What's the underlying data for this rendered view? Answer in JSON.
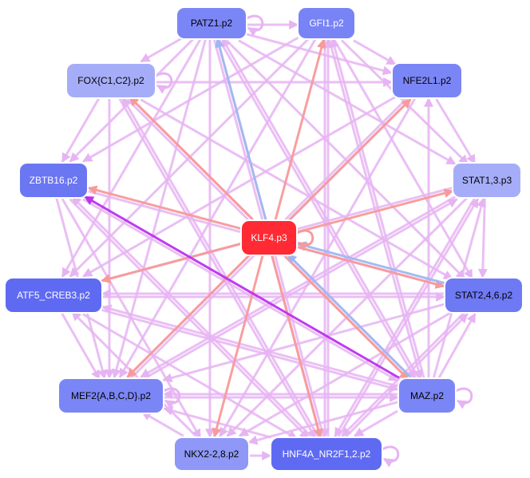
{
  "colors": {
    "background": "#ffffff",
    "center_node": "#ff2a33",
    "edge_red": "#f79a9a",
    "edge_blue": "#9fb7f0",
    "edge_pink": "#e6b4f2",
    "edge_purple": "#bb33ee"
  },
  "nodes": [
    {
      "id": "patz1",
      "label": "PATZ1.p2",
      "fill": "#7b86f6",
      "text_color": "#000000"
    },
    {
      "id": "gfi1",
      "label": "GFI1.p2",
      "fill": "#7883f6",
      "text_color": "#ffffff"
    },
    {
      "id": "fox",
      "label": "FOX{C1,C2}.p2",
      "fill": "#a6adf8",
      "text_color": "#000000"
    },
    {
      "id": "nfe2l1",
      "label": "NFE2L1.p2",
      "fill": "#7b86f6",
      "text_color": "#000000"
    },
    {
      "id": "zbtb16",
      "label": "ZBTB16.p2",
      "fill": "#6b76f2",
      "text_color": "#ffffff"
    },
    {
      "id": "stat13",
      "label": "STAT1,3.p3",
      "fill": "#a6adf8",
      "text_color": "#000000"
    },
    {
      "id": "klf4",
      "label": "KLF4.p3",
      "fill": "#ff2a33",
      "text_color": "#ffffff"
    },
    {
      "id": "atf5",
      "label": "ATF5_CREB3.p2",
      "fill": "#5f6af2",
      "text_color": "#ffffff"
    },
    {
      "id": "stat246",
      "label": "STAT2,4,6.p2",
      "fill": "#6e79f4",
      "text_color": "#000000"
    },
    {
      "id": "mef2",
      "label": "MEF2{A,B,C,D}.p2",
      "fill": "#7b86f6",
      "text_color": "#000000"
    },
    {
      "id": "maz",
      "label": "MAZ.p2",
      "fill": "#7b86f6",
      "text_color": "#000000"
    },
    {
      "id": "nkx22",
      "label": "NKX2-2,8.p2",
      "fill": "#8f98f6",
      "text_color": "#000000"
    },
    {
      "id": "hnf4a",
      "label": "HNF4A_NR2F1,2.p2",
      "fill": "#5f6af2",
      "text_color": "#ffffff"
    }
  ],
  "edges": [
    {
      "from": "klf4",
      "to": "patz1",
      "color": "edge_blue"
    },
    {
      "from": "klf4",
      "to": "gfi1",
      "color": "edge_red"
    },
    {
      "from": "klf4",
      "to": "fox",
      "color": "edge_red"
    },
    {
      "from": "klf4",
      "to": "nfe2l1",
      "color": "edge_red"
    },
    {
      "from": "klf4",
      "to": "zbtb16",
      "color": "edge_red"
    },
    {
      "from": "klf4",
      "to": "stat13",
      "color": "edge_red"
    },
    {
      "from": "klf4",
      "to": "atf5",
      "color": "edge_red"
    },
    {
      "from": "stat246",
      "to": "klf4",
      "color": "edge_blue"
    },
    {
      "from": "klf4",
      "to": "stat246",
      "color": "edge_red"
    },
    {
      "from": "klf4",
      "to": "mef2",
      "color": "edge_red"
    },
    {
      "from": "klf4",
      "to": "maz",
      "color": "edge_red"
    },
    {
      "from": "klf4",
      "to": "nkx22",
      "color": "edge_red"
    },
    {
      "from": "klf4",
      "to": "hnf4a",
      "color": "edge_red"
    },
    {
      "from": "maz",
      "to": "klf4",
      "color": "edge_blue"
    },
    {
      "from": "maz",
      "to": "zbtb16",
      "color": "edge_purple"
    },
    {
      "from": "atf5",
      "to": "stat246",
      "color": "edge_pink"
    },
    {
      "from": "patz1",
      "to": "nfe2l1",
      "color": "edge_pink"
    },
    {
      "from": "patz1",
      "to": "gfi1",
      "color": "edge_pink"
    },
    {
      "from": "patz1",
      "to": "fox",
      "color": "edge_pink"
    },
    {
      "from": "patz1",
      "to": "zbtb16",
      "color": "edge_pink"
    },
    {
      "from": "patz1",
      "to": "stat13",
      "color": "edge_pink"
    },
    {
      "from": "patz1",
      "to": "stat246",
      "color": "edge_pink"
    },
    {
      "from": "patz1",
      "to": "atf5",
      "color": "edge_pink"
    },
    {
      "from": "patz1",
      "to": "mef2",
      "color": "edge_pink"
    },
    {
      "from": "patz1",
      "to": "maz",
      "color": "edge_pink"
    },
    {
      "from": "patz1",
      "to": "nkx22",
      "color": "edge_pink"
    },
    {
      "from": "patz1",
      "to": "hnf4a",
      "color": "edge_pink"
    },
    {
      "from": "gfi1",
      "to": "nfe2l1",
      "color": "edge_pink"
    },
    {
      "from": "gfi1",
      "to": "zbtb16",
      "color": "edge_pink"
    },
    {
      "from": "gfi1",
      "to": "stat13",
      "color": "edge_pink"
    },
    {
      "from": "gfi1",
      "to": "atf5",
      "color": "edge_pink"
    },
    {
      "from": "gfi1",
      "to": "mef2",
      "color": "edge_pink"
    },
    {
      "from": "gfi1",
      "to": "maz",
      "color": "edge_pink"
    },
    {
      "from": "gfi1",
      "to": "hnf4a",
      "color": "edge_pink"
    },
    {
      "from": "gfi1",
      "to": "stat246",
      "color": "edge_pink"
    },
    {
      "from": "fox",
      "to": "nfe2l1",
      "color": "edge_pink"
    },
    {
      "from": "fox",
      "to": "zbtb16",
      "color": "edge_pink"
    },
    {
      "from": "fox",
      "to": "stat246",
      "color": "edge_pink"
    },
    {
      "from": "fox",
      "to": "maz",
      "color": "edge_pink"
    },
    {
      "from": "fox",
      "to": "hnf4a",
      "color": "edge_pink"
    },
    {
      "from": "fox",
      "to": "mef2",
      "color": "edge_pink"
    },
    {
      "from": "nfe2l1",
      "to": "stat13",
      "color": "edge_pink"
    },
    {
      "from": "nfe2l1",
      "to": "mef2",
      "color": "edge_pink"
    },
    {
      "from": "nfe2l1",
      "to": "atf5",
      "color": "edge_pink"
    },
    {
      "from": "nfe2l1",
      "to": "nkx22",
      "color": "edge_pink"
    },
    {
      "from": "zbtb16",
      "to": "stat246",
      "color": "edge_pink"
    },
    {
      "from": "zbtb16",
      "to": "hnf4a",
      "color": "edge_pink"
    },
    {
      "from": "zbtb16",
      "to": "maz",
      "color": "edge_pink"
    },
    {
      "from": "zbtb16",
      "to": "mef2",
      "color": "edge_pink"
    },
    {
      "from": "zbtb16",
      "to": "nkx22",
      "color": "edge_pink"
    },
    {
      "from": "stat13",
      "to": "stat246",
      "color": "edge_pink"
    },
    {
      "from": "stat13",
      "to": "atf5",
      "color": "edge_pink"
    },
    {
      "from": "stat13",
      "to": "mef2",
      "color": "edge_pink"
    },
    {
      "from": "stat13",
      "to": "nkx22",
      "color": "edge_pink"
    },
    {
      "from": "stat13",
      "to": "hnf4a",
      "color": "edge_pink"
    },
    {
      "from": "stat246",
      "to": "atf5",
      "color": "edge_pink"
    },
    {
      "from": "stat246",
      "to": "mef2",
      "color": "edge_pink"
    },
    {
      "from": "stat246",
      "to": "hnf4a",
      "color": "edge_pink"
    },
    {
      "from": "stat246",
      "to": "nkx22",
      "color": "edge_pink"
    },
    {
      "from": "atf5",
      "to": "mef2",
      "color": "edge_pink"
    },
    {
      "from": "atf5",
      "to": "hnf4a",
      "color": "edge_pink"
    },
    {
      "from": "atf5",
      "to": "maz",
      "color": "edge_pink"
    },
    {
      "from": "mef2",
      "to": "maz",
      "color": "edge_pink"
    },
    {
      "from": "mef2",
      "to": "stat13",
      "color": "edge_pink"
    },
    {
      "from": "mef2",
      "to": "nfe2l1",
      "color": "edge_pink"
    },
    {
      "from": "maz",
      "to": "nfe2l1",
      "color": "edge_pink"
    },
    {
      "from": "maz",
      "to": "stat13",
      "color": "edge_pink"
    },
    {
      "from": "maz",
      "to": "stat246",
      "color": "edge_pink"
    },
    {
      "from": "maz",
      "to": "hnf4a",
      "color": "edge_pink"
    },
    {
      "from": "maz",
      "to": "nkx22",
      "color": "edge_pink"
    },
    {
      "from": "maz",
      "to": "mef2",
      "color": "edge_pink"
    },
    {
      "from": "maz",
      "to": "atf5",
      "color": "edge_pink"
    },
    {
      "from": "maz",
      "to": "gfi1",
      "color": "edge_pink"
    },
    {
      "from": "maz",
      "to": "fox",
      "color": "edge_pink"
    },
    {
      "from": "maz",
      "to": "patz1",
      "color": "edge_pink"
    },
    {
      "from": "nkx22",
      "to": "hnf4a",
      "color": "edge_pink"
    },
    {
      "from": "nkx22",
      "to": "mef2",
      "color": "edge_pink"
    },
    {
      "from": "nkx22",
      "to": "atf5",
      "color": "edge_pink"
    },
    {
      "from": "hnf4a",
      "to": "gfi1",
      "color": "edge_pink"
    },
    {
      "from": "hnf4a",
      "to": "stat246",
      "color": "edge_pink"
    },
    {
      "from": "hnf4a",
      "to": "mef2",
      "color": "edge_pink"
    },
    {
      "from": "hnf4a",
      "to": "zbtb16",
      "color": "edge_pink"
    },
    {
      "from": "hnf4a",
      "to": "stat13",
      "color": "edge_pink"
    },
    {
      "from": "hnf4a",
      "to": "fox",
      "color": "edge_pink"
    },
    {
      "from": "hnf4a",
      "to": "patz1",
      "color": "edge_pink"
    }
  ],
  "self_loops": [
    "patz1",
    "fox",
    "klf4",
    "mef2",
    "maz",
    "hnf4a"
  ]
}
